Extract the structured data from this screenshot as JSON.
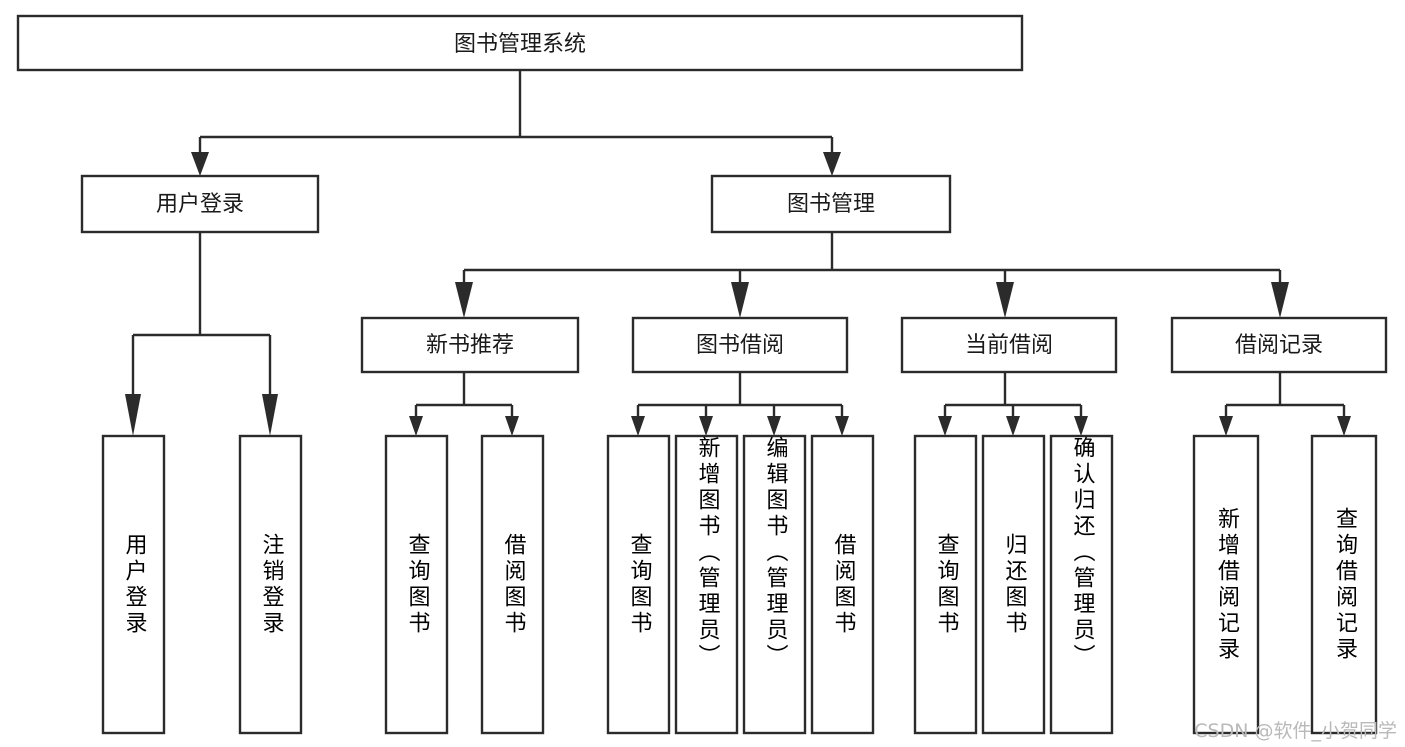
{
  "diagram": {
    "type": "tree-hierarchy-chart",
    "title": "图书管理系统",
    "orientation": "top-down",
    "colors": {
      "background": "#ffffff",
      "node_fill": "#ffffff",
      "node_stroke": "#2b2b2b",
      "connector": "#2b2b2b",
      "text": "#1a1a1a",
      "watermark": "#b9b9b9"
    },
    "root": {
      "id": "root",
      "label": "图书管理系统"
    },
    "level2": [
      {
        "id": "user-login",
        "label": "用户登录"
      },
      {
        "id": "book-management",
        "label": "图书管理"
      }
    ],
    "level3": [
      {
        "id": "new-book-recommend",
        "label": "新书推荐",
        "parent": "book-management"
      },
      {
        "id": "book-borrow",
        "label": "图书借阅",
        "parent": "book-management"
      },
      {
        "id": "current-borrow",
        "label": "当前借阅",
        "parent": "book-management"
      },
      {
        "id": "borrow-record",
        "label": "借阅记录",
        "parent": "book-management"
      }
    ],
    "leaves": [
      {
        "id": "leaf-user-login",
        "label": "用户登录",
        "parent": "user-login"
      },
      {
        "id": "leaf-logout-login",
        "label": "注销登录",
        "parent": "user-login"
      },
      {
        "id": "leaf-query-book-1",
        "label": "查询图书",
        "parent": "new-book-recommend"
      },
      {
        "id": "leaf-borrow-book-1",
        "label": "借阅图书",
        "parent": "new-book-recommend"
      },
      {
        "id": "leaf-query-book-2",
        "label": "查询图书",
        "parent": "book-borrow"
      },
      {
        "id": "leaf-add-book",
        "label": "新增图书（管理员）",
        "parent": "book-borrow"
      },
      {
        "id": "leaf-edit-book",
        "label": "编辑图书（管理员）",
        "parent": "book-borrow"
      },
      {
        "id": "leaf-borrow-book-2",
        "label": "借阅图书",
        "parent": "book-borrow"
      },
      {
        "id": "leaf-query-book-3",
        "label": "查询图书",
        "parent": "current-borrow"
      },
      {
        "id": "leaf-return-book",
        "label": "归还图书",
        "parent": "current-borrow"
      },
      {
        "id": "leaf-confirm-return",
        "label": "确认归还（管理员）",
        "parent": "current-borrow"
      },
      {
        "id": "leaf-add-record",
        "label": "新增借阅记录",
        "parent": "borrow-record"
      },
      {
        "id": "leaf-query-record",
        "label": "查询借阅记录",
        "parent": "borrow-record"
      }
    ]
  },
  "watermark": {
    "text": "CSDN @软件_小贺同学"
  }
}
